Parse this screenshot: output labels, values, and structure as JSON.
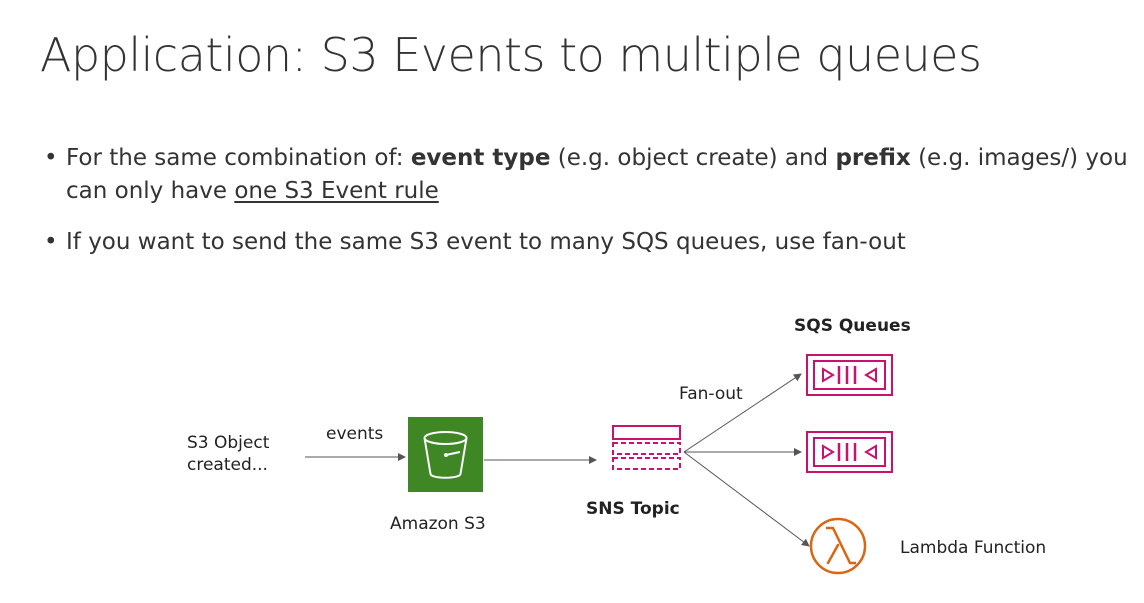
{
  "slide": {
    "title": "Application: S3 Events to multiple queues"
  },
  "bullets": {
    "b1": {
      "t1": "For the same combination of: ",
      "t2": "event type",
      "t3": " (e.g. object create) and ",
      "t4": "prefix",
      "t5": " (e.g. images/) you can only have ",
      "t6": "one S3 Event rule"
    },
    "b2": "If you want to send the same S3 event to many SQS queues, use fan-out"
  },
  "diagram": {
    "source_line1": "S3 Object",
    "source_line2": "created...",
    "events_label": "events",
    "s3_label": "Amazon S3",
    "sns_label": "SNS Topic",
    "fanout_label": "Fan-out",
    "sqs_header": "SQS Queues",
    "lambda_label": "Lambda Function",
    "colors": {
      "s3_green": "#3f8624",
      "sns_pink": "#c7136f",
      "sqs_pink": "#c7136f",
      "lambda_orange": "#d86613",
      "arrow": "#555555"
    }
  }
}
